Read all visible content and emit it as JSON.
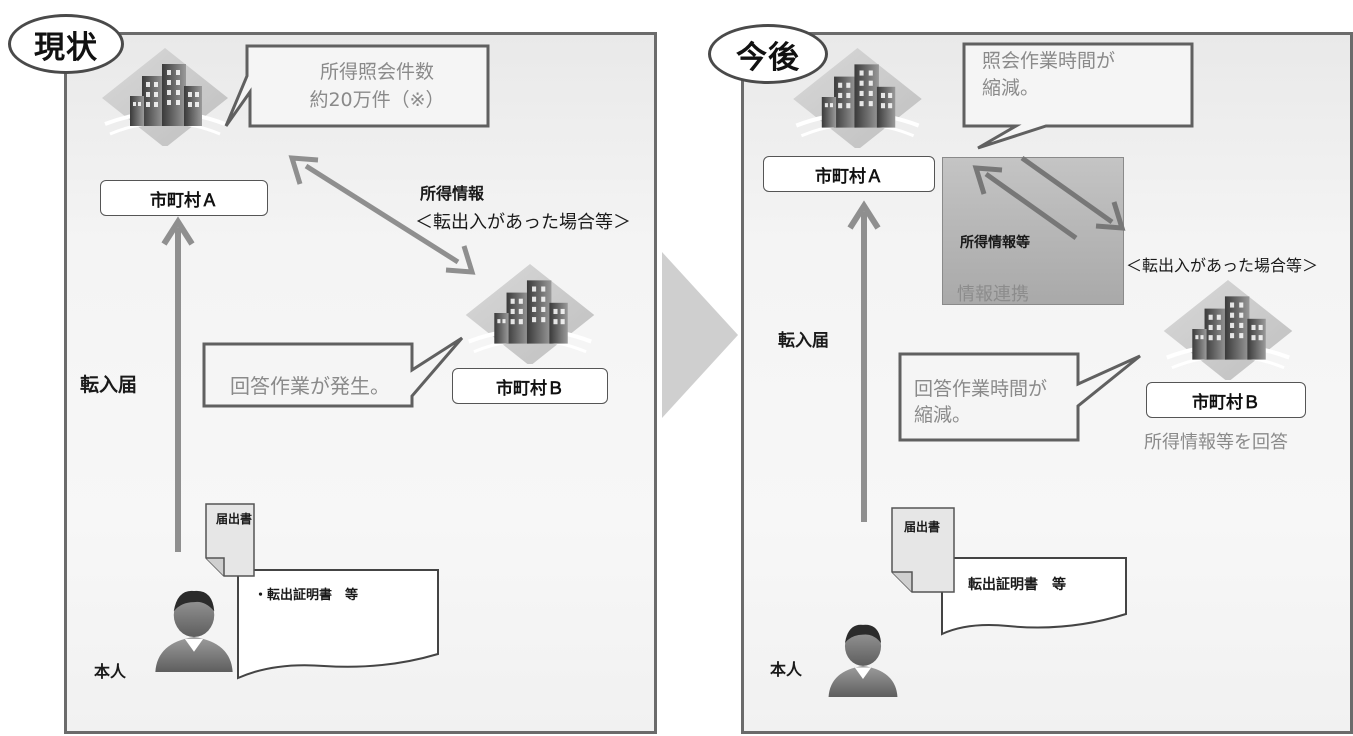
{
  "current": {
    "badge": "現状",
    "bubble_top": "所得照会件数\n約20万件（※）",
    "city_a": "市町村Ａ",
    "city_b": "市町村Ｂ",
    "flow_label_1": "所得情報",
    "flow_label_2": "＜転出入があった場合等＞",
    "bubble_answer": "回答作業が発生。",
    "move_in": "転入届",
    "doc_title": "届出書",
    "doc_item": "・転出証明書　等",
    "person": "本人"
  },
  "future": {
    "badge": "今後",
    "bubble_top": "照会作業時間が\n縮減。",
    "city_a": "市町村Ａ",
    "city_b": "市町村Ｂ",
    "link_label": "所得情報等",
    "link_box": "情報連携",
    "flow_label": "＜転出入があった場合等＞",
    "bubble_answer": "回答作業時間が\n縮減。",
    "answer_note": "所得情報等を回答",
    "move_in": "転入届",
    "doc_title": "届出書",
    "doc_item": "転出証明書　等",
    "person": "本人"
  },
  "colors": {
    "arrow": "#8f8f8f",
    "border": "#6b6b6b",
    "link_box": "#b5b5b5"
  },
  "icons": [
    "building-icon",
    "person-icon",
    "document-icon",
    "transition-arrow-icon"
  ]
}
